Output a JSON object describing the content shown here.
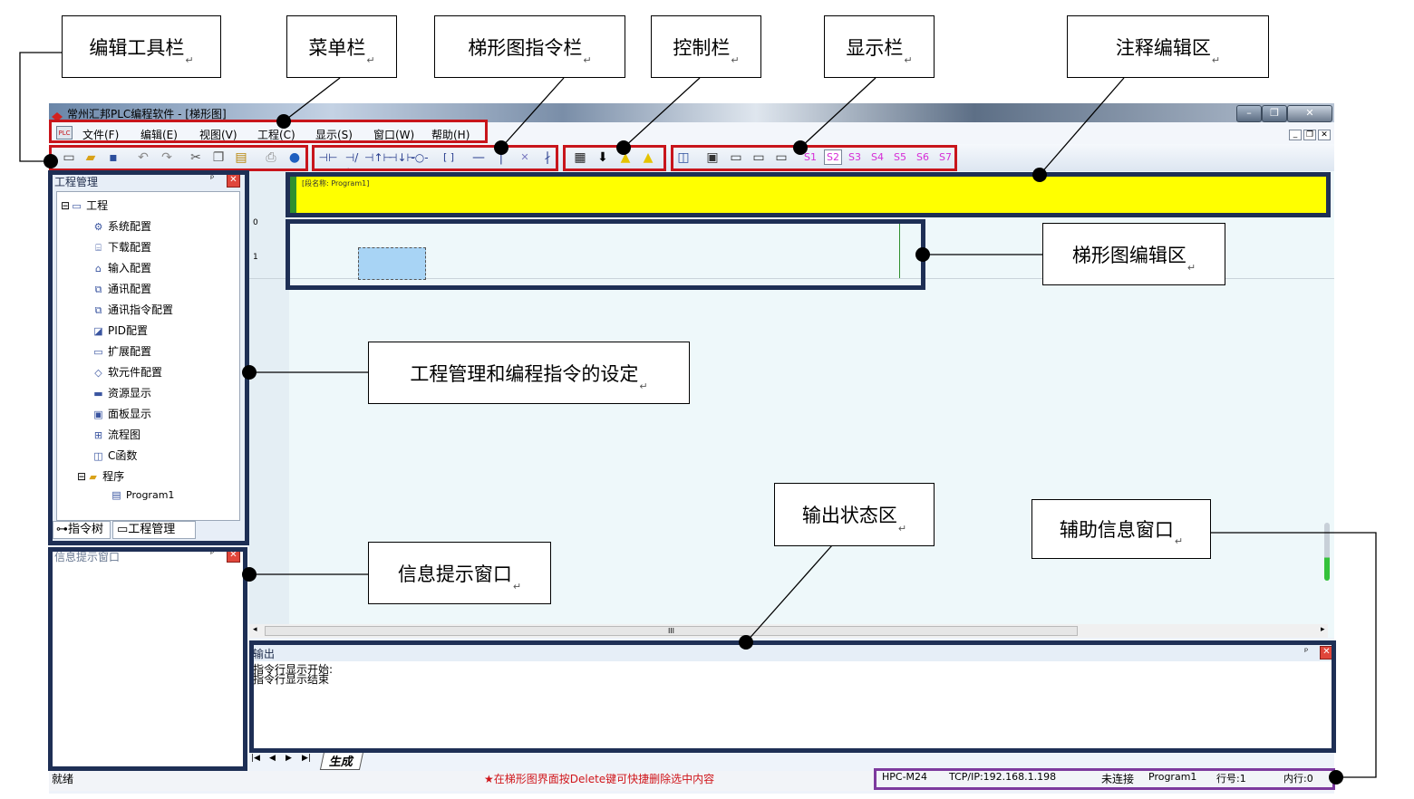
{
  "window": {
    "title": "常州汇邦PLC编程软件 - [梯形图]",
    "buttons": {
      "minimize": "–",
      "restore": "❐",
      "close": "✕"
    },
    "doc_buttons": {
      "minimize": "_",
      "restore": "❐",
      "close": "✕"
    }
  },
  "menu": {
    "items": [
      "文件(F)",
      "编辑(E)",
      "视图(V)",
      "工程(C)",
      "显示(S)",
      "窗口(W)",
      "帮助(H)"
    ]
  },
  "toolbar": {
    "edit_icons": [
      "new-icon",
      "open-icon",
      "save-icon",
      "undo-icon",
      "redo-icon",
      "cut-icon",
      "copy-icon",
      "paste-icon",
      "print-icon",
      "help-icon"
    ],
    "ladder_icons": [
      "⊣⊢",
      "⊣/⊢",
      "⊣↑⊢",
      "⊣↓⊢",
      "-○-",
      "[ ]",
      "—",
      "│",
      "✕",
      "∤"
    ],
    "control_icons": [
      "compile-icon",
      "download-icon",
      "warning-icon",
      "warning-check-icon"
    ],
    "display_labels": [
      "S1",
      "S2",
      "S3",
      "S4",
      "S5",
      "S6",
      "S7"
    ]
  },
  "project_panel": {
    "title": "工程管理",
    "pin": "ᵖ",
    "root": "工程",
    "items": [
      "系统配置",
      "下载配置",
      "输入配置",
      "通讯配置",
      "通讯指令配置",
      "PID配置",
      "扩展配置",
      "软元件配置",
      "资源显示",
      "面板显示",
      "流程图",
      "C函数"
    ],
    "program_folder": "程序",
    "program_item": "Program1",
    "tabs": [
      "指令树",
      "工程管理"
    ]
  },
  "info_panel": {
    "title": "信息提示窗口"
  },
  "editor": {
    "comment_text": "[段名称: Program1]",
    "row_numbers": [
      "0",
      "1"
    ],
    "scroll_thumb": "III"
  },
  "output_panel": {
    "title": "输出",
    "lines": [
      "指令行显示开始:",
      "指令行显示结束"
    ],
    "tab": "生成",
    "nav": [
      "|◀",
      "◀",
      "▶",
      "▶|"
    ]
  },
  "status_bar": {
    "ready": "就绪",
    "hint": "★在梯形图界面按Delete键可快捷删除选中内容",
    "model": "HPC-M24",
    "ip": "TCP/IP:192.168.1.198",
    "connection": "未连接",
    "program": "Program1",
    "row": "行号:1",
    "inner_row": "内行:0"
  },
  "callouts": {
    "edit_toolbar": "编辑工具栏",
    "menu_bar": "菜单栏",
    "ladder_toolbar": "梯形图指令栏",
    "control_bar": "控制栏",
    "display_bar": "显示栏",
    "comment_area": "注释编辑区",
    "ladder_area": "梯形图编辑区",
    "project_area": "工程管理和编程指令的设定",
    "info_window": "信息提示窗口",
    "output_area": "输出状态区",
    "aux_window": "辅助信息窗口",
    "return_mark": "↵"
  },
  "colors": {
    "annotation_red": "#c8151b",
    "annotation_navy": "#1e2f55",
    "annotation_purple": "#7d3a9e",
    "comment_yellow": "#ffff00",
    "selection_blue": "#a8d4f5",
    "editor_bg": "#eef8fa"
  }
}
